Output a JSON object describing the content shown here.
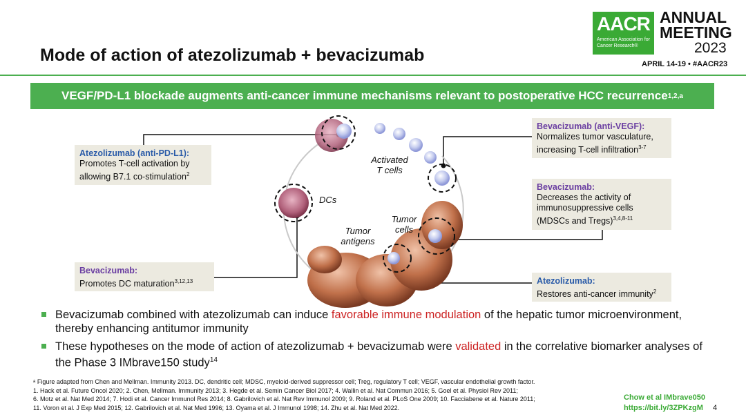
{
  "header": {
    "title": "Mode of action of atezolizumab + bevacizumab",
    "logo_text": "AACR",
    "logo_subtitle": "American Association for Cancer Research®",
    "meeting_line1": "ANNUAL",
    "meeting_line2": "MEETING",
    "meeting_year": "2023",
    "dates": "APRIL 14-19 • #AACR23"
  },
  "banner": {
    "text": "VEGF/PD-L1 blockade augments anti-cancer immune mechanisms relevant to postoperative HCC recurrence",
    "sup": "1,2,a"
  },
  "callouts": {
    "atezo_left": {
      "head": "Atezolizumab (anti-PD-L1):",
      "body": "Promotes T-cell activation by allowing B7.1 co-stimulation",
      "sup": "2"
    },
    "bev_left": {
      "head": "Bevacizumab:",
      "body": "Promotes DC maturation",
      "sup": "3,12,13"
    },
    "bev_vegf": {
      "head": "Bevacizumab (anti-VEGF):",
      "body": "Normalizes tumor vasculature, increasing T-cell infiltration",
      "sup": "3-7"
    },
    "bev_right": {
      "head": "Bevacizumab:",
      "body": "Decreases the activity of immunosuppressive cells (MDSCs and Tregs)",
      "sup": "3,4,8-11"
    },
    "atezo_right": {
      "head": "Atezolizumab:",
      "body": "Restores anti-cancer immunity",
      "sup": "2"
    }
  },
  "diagram_labels": {
    "activated": "Activated",
    "tcells": "T cells",
    "dcs": "DCs",
    "tumor_antigens_1": "Tumor",
    "tumor_antigens_2": "antigens",
    "tumor_cells_1": "Tumor",
    "tumor_cells_2": "cells"
  },
  "bullets": {
    "b1_pre": "Bevacizumab combined with atezolizumab can induce ",
    "b1_red": "favorable immune modulation",
    "b1_post": " of the hepatic tumor microenvironment, thereby enhancing antitumor immunity",
    "b2_pre": "These hypotheses on the mode of action of atezolizumab + bevacizumab were ",
    "b2_red": "validated",
    "b2_post": " in the correlative biomarker analyses of the Phase 3 IMbrave150 study",
    "b2_sup": "14"
  },
  "footnotes": {
    "a": "ᵃ Figure adapted from Chen and Mellman. Immunity 2013. DC, dendritic cell; MDSC, myeloid-derived suppressor cell; Treg, regulatory T cell; VEGF, vascular endothelial growth factor.",
    "l1": "1. Hack et al. Future Oncol 2020; 2. Chen, Mellman. Immunity 2013; 3. Hegde et al. Semin Cancer Biol 2017; 4. Wallin et al. Nat Commun 2016; 5. Goel et al. Physiol Rev 2011;",
    "l2": "6. Motz et al. Nat Med 2014; 7. Hodi et al. Cancer Immunol Res 2014; 8. Gabrilovich et al. Nat Rev Immunol 2009; 9. Roland et al. PLoS One 2009; 10. Facciabene et al. Nature 2011;",
    "l3": "11. Voron et al. J Exp Med 2015; 12. Gabrilovich et al. Nat Med 1996; 13. Oyama et al. J Immunol 1998; 14. Zhu et al. Nat Med 2022."
  },
  "chow": {
    "line1": "Chow et al IMbrave050",
    "line2": "https://bit.ly/3ZPKzgM"
  },
  "page_number": "4",
  "colors": {
    "green": "#4caf50",
    "callout_bg": "#eceae0",
    "blue_head": "#2a5ba8",
    "purple_head": "#6a3ea1",
    "emphasis_red": "#cc2222"
  }
}
